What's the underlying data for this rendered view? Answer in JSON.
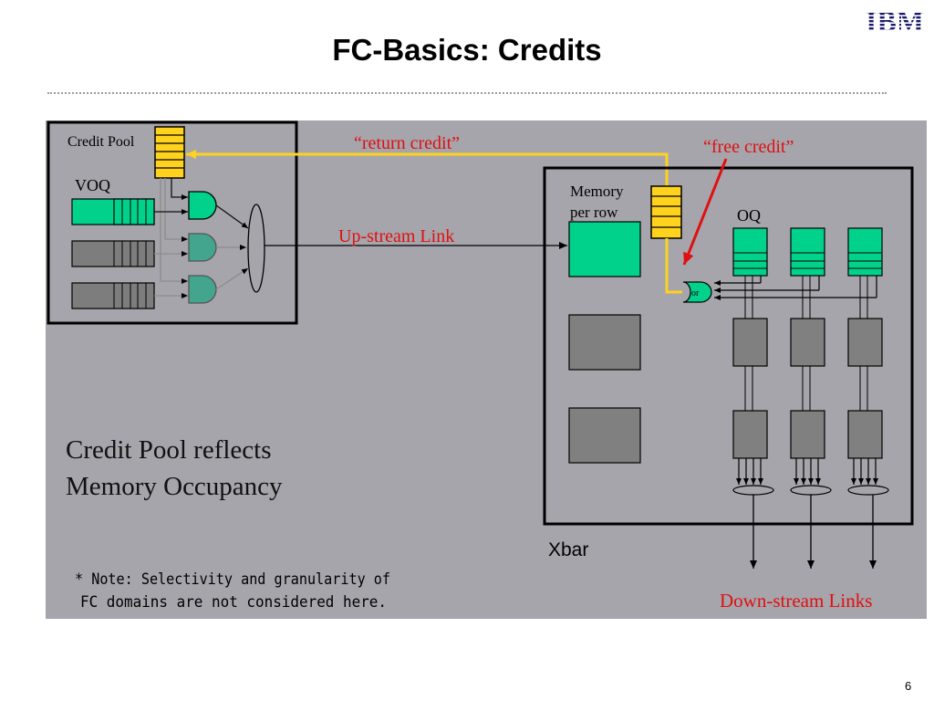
{
  "slide": {
    "title": "FC-Basics: Credits",
    "logo": "IBM",
    "page_number": "6"
  },
  "diagram": {
    "credit_pool_label": "Credit Pool",
    "voq_label": "VOQ",
    "return_credit_label": "“return credit”",
    "free_credit_label": "“free credit”",
    "memory_per_row_label_line1": "Memory",
    "memory_per_row_label_line2": "per row",
    "oq_label": "OQ",
    "upstream_link_label": "Up-stream Link",
    "or_gate_label": "or",
    "summary_line1": "Credit Pool reflects",
    "summary_line2": "Memory Occupancy",
    "xbar_label": "Xbar",
    "note_line1": "* Note: Selectivity and granularity of",
    "note_line2": "FC domains are not considered here.",
    "downstream_links_label": "Down-stream Links"
  },
  "colors": {
    "background_panel": "#a6a5ac",
    "credit_yellow": "#ffd21e",
    "memory_green": "#00d28c",
    "block_gray": "#808080",
    "annotation_red": "#e01010"
  }
}
